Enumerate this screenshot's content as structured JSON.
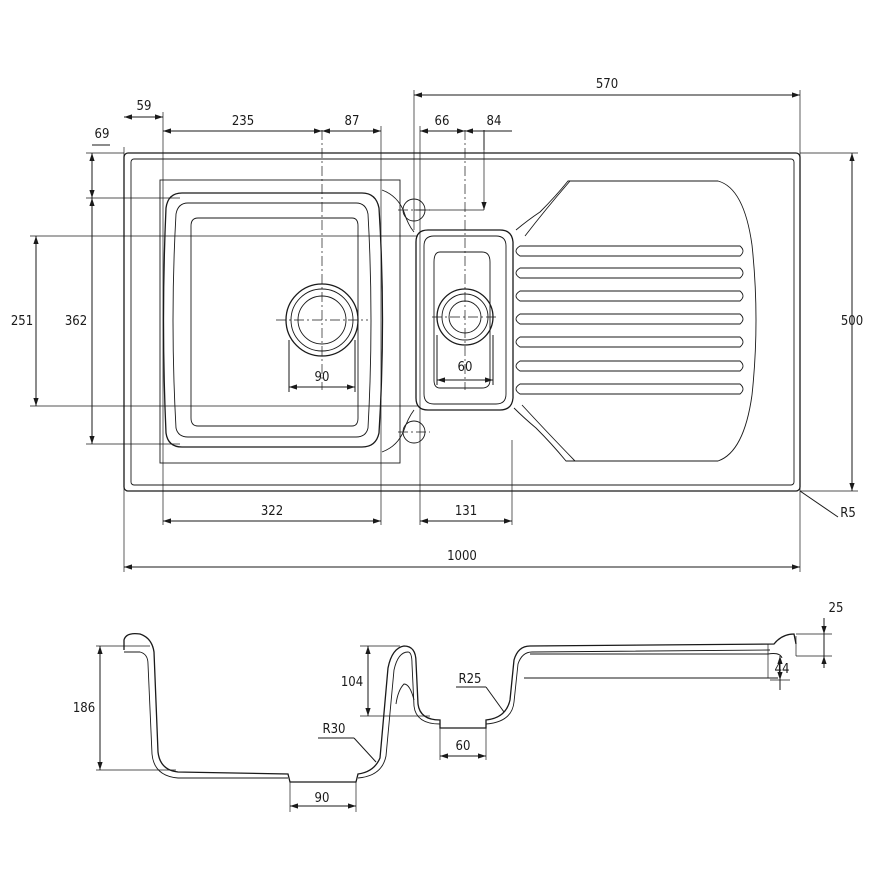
{
  "plan": {
    "overall_width": "1000",
    "overall_depth": "500",
    "drainer_width": "570",
    "left_offset": "59",
    "top_offset": "69",
    "main_bowl_center": "235",
    "main_bowl_right": "87",
    "small_bowl_left": "66",
    "tap_hole_offset": "84",
    "main_bowl_depth": "362",
    "small_bowl_depth": "251",
    "main_waste": "90",
    "small_waste": "60",
    "main_bowl_width": "322",
    "small_bowl_width": "131",
    "corner_radius": "R5"
  },
  "section": {
    "main_bowl_depth": "186",
    "small_bowl_depth": "104",
    "lip_height": "25",
    "drainer_drop": "44",
    "main_radius": "R30",
    "small_radius": "R25",
    "main_waste": "90",
    "small_waste": "60"
  }
}
